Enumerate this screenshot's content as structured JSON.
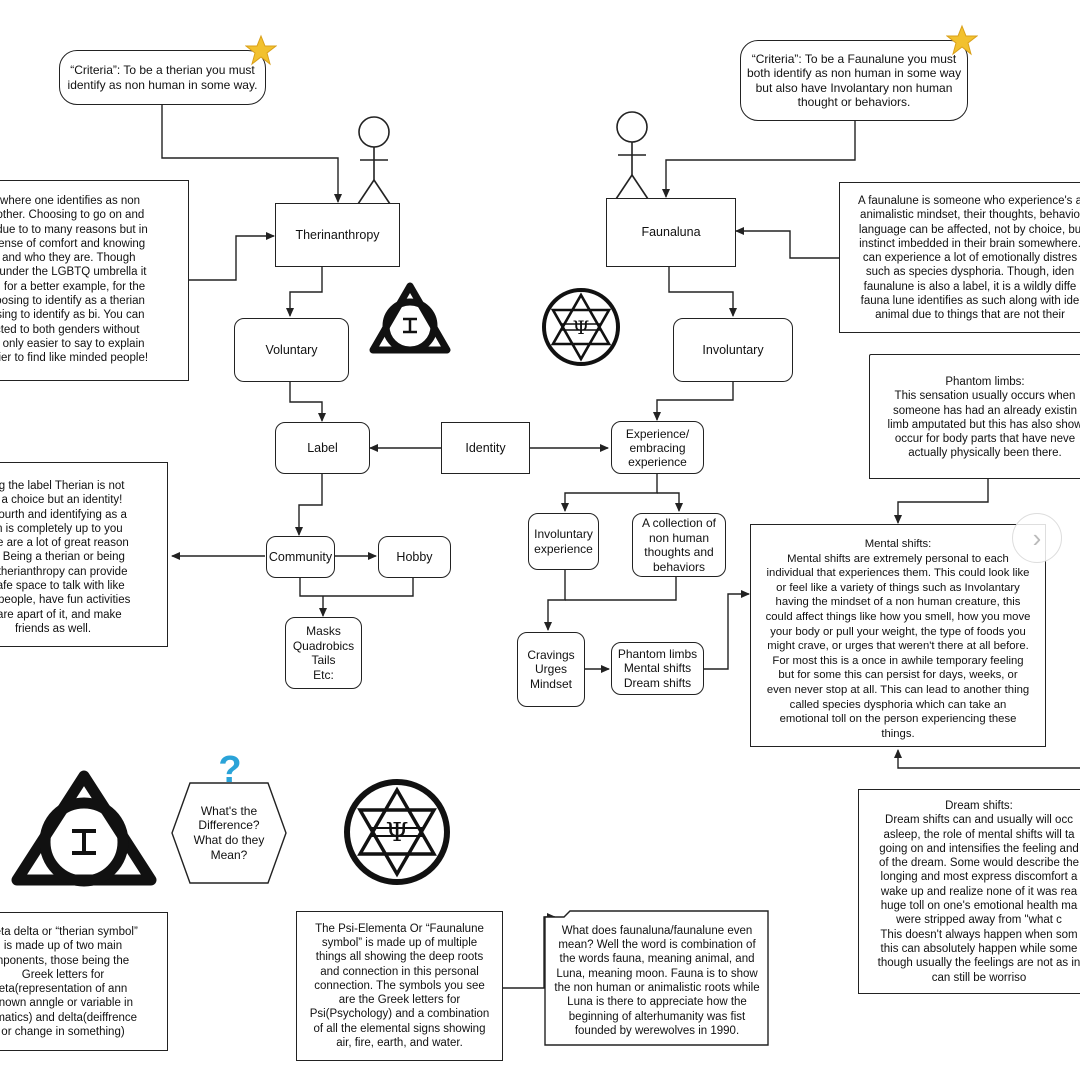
{
  "criteria_therian": "“Criteria”: To be a therian you must\nidentify as non human in some way.",
  "criteria_faunalune": "“Criteria”: To be a Faunalune you must\nboth identify as non human in some way\nbut also have Involantary non human\nthought or behaviors.",
  "nodes": {
    "therianthropy": "Therinanthropy",
    "faunaluna": "Faunaluna",
    "voluntary": "Voluntary",
    "involuntary": "Involuntary",
    "label": "Label",
    "identity": "Identity",
    "experience": "Experience/\nembracing\nexperience",
    "community": "Community",
    "hobby": "Hobby",
    "masks": "Masks\nQuadrobics\nTails\nEtc:",
    "inv_experience": "Involuntary\nexperience",
    "collection": "A collection of\nnon human\nthoughts and\nbehaviors",
    "cravings": "Cravings\nUrges\nMindset",
    "phantom_list": "Phantom limbs\nMental shifts\nDream shifts",
    "difference": "What's the\nDifference?\nWhat do they\nMean?"
  },
  "notes": {
    "therianthropy_desc": "ty where one identifies as non\nanother. Choosing to go on and\nbe due to to many reasons but in\na sense of comfort and knowing\ne and who they are. Though\nfall under the LGBTQ umbrella it\ncts, for a better example, for the\nchoosing to identify as a therian\noosing to identify as bi. You can\nacted to both genders without\nnot only easier to say to explain\neasier to find like minded people!",
    "label_desc": "iving the label Therian is not\nnly a choice but an identity!\nng fourth and identifying as a\nrian is completely up to you\nthere are a lot of great reason\no it! Being a therian or being\nt of therianthropy can provide\na safe space to talk with like\nded people, have fun activities\nat are apart of it, and make\nfriends as well.",
    "faunalune_desc": "A faunalune is someone who experience's a\nanimalistic mindset, their thoughts, behavio\nlanguage can be affected, not by choice, bu\ninstinct imbedded in their brain somewhere.\ncan experience a lot of emotionally distres\nsuch as species dysphoria. Though, iden\nfaunalune is also a label, it is a wildly diffe\nfauna lune identifies as such along with ide\nanimal due to things that are not their",
    "phantom_desc": "Phantom limbs:\nThis sensation usually occurs when\nsomeone has had an already existin\nlimb amputated but this has also show\noccur for body parts that have neve\nactually physically been there.",
    "mental_desc": "Mental shifts:\nMental shifts are extremely personal to each\nindividual that experiences them. This could look like\nor feel like a variety of things such as Involantary\nhaving the mindset of a non human creature, this\ncould affect things like how you smell, how you move\nyour body or pull your weight, the type of foods you\nmight crave, or urges that weren't there at all before.\nFor most this is a once in awhile temporary feeling\nbut for some this can persist for days, weeks, or\neven never stop at all. This can lead to another thing\ncalled species dysphoria which can take an\nemotional toll on the person experiencing these\nthings.",
    "dream_desc": "Dream shifts:\nDream shifts can and usually will occ\nasleep, the role of mental shifts will ta\ngoing on and intensifies the feeling and\nof the dream. Some would describe the\nlonging and most express discomfort a\nwake up and realize none of it was rea\nhuge toll on one's emotional health ma\nwere stripped away from \"what c\nThis doesn't always happen when som\nthis can absolutely happen while some\nthough usually the feelings are not as in\ncan still be worriso",
    "theta_desc": "heta delta or “therian symbol”\nis made up of two main\nnponents, those being the\nGreek letters for\neta(representation of ann\nknown anngle or variable in\nematics) and delta(deiffrence\nor change in something)",
    "psi_desc": "The Psi-Elementa Or “Faunalune\nsymbol” is made up of multiple\nthings all showing the deep roots\nand connection in this personal\nconnection. The symbols you see\nare the Greek letters for\nPsi(Psychology) and a combination\nof all the elemental signs showing\nair, fire, earth, and water.",
    "faunaluna_meaning": "What does faunaluna/faunalune even\nmean? Well the word is combination of\nthe words fauna, meaning animal, and\nLuna, meaning moon. Fauna is to show\nthe non human or animalistic roots while\nLuna is there to appreciate how the\nbeginning of alterhumanity was fist\nfounded by werewolves in 1990."
  },
  "colors": {
    "star": "#f2c12e",
    "question": "#2aa3d8",
    "stroke": "#222222"
  },
  "icons": [
    "star-icon",
    "stick-figure-icon",
    "theta-delta-icon",
    "psi-elementa-icon",
    "question-mark-icon",
    "chevron-right-icon"
  ]
}
